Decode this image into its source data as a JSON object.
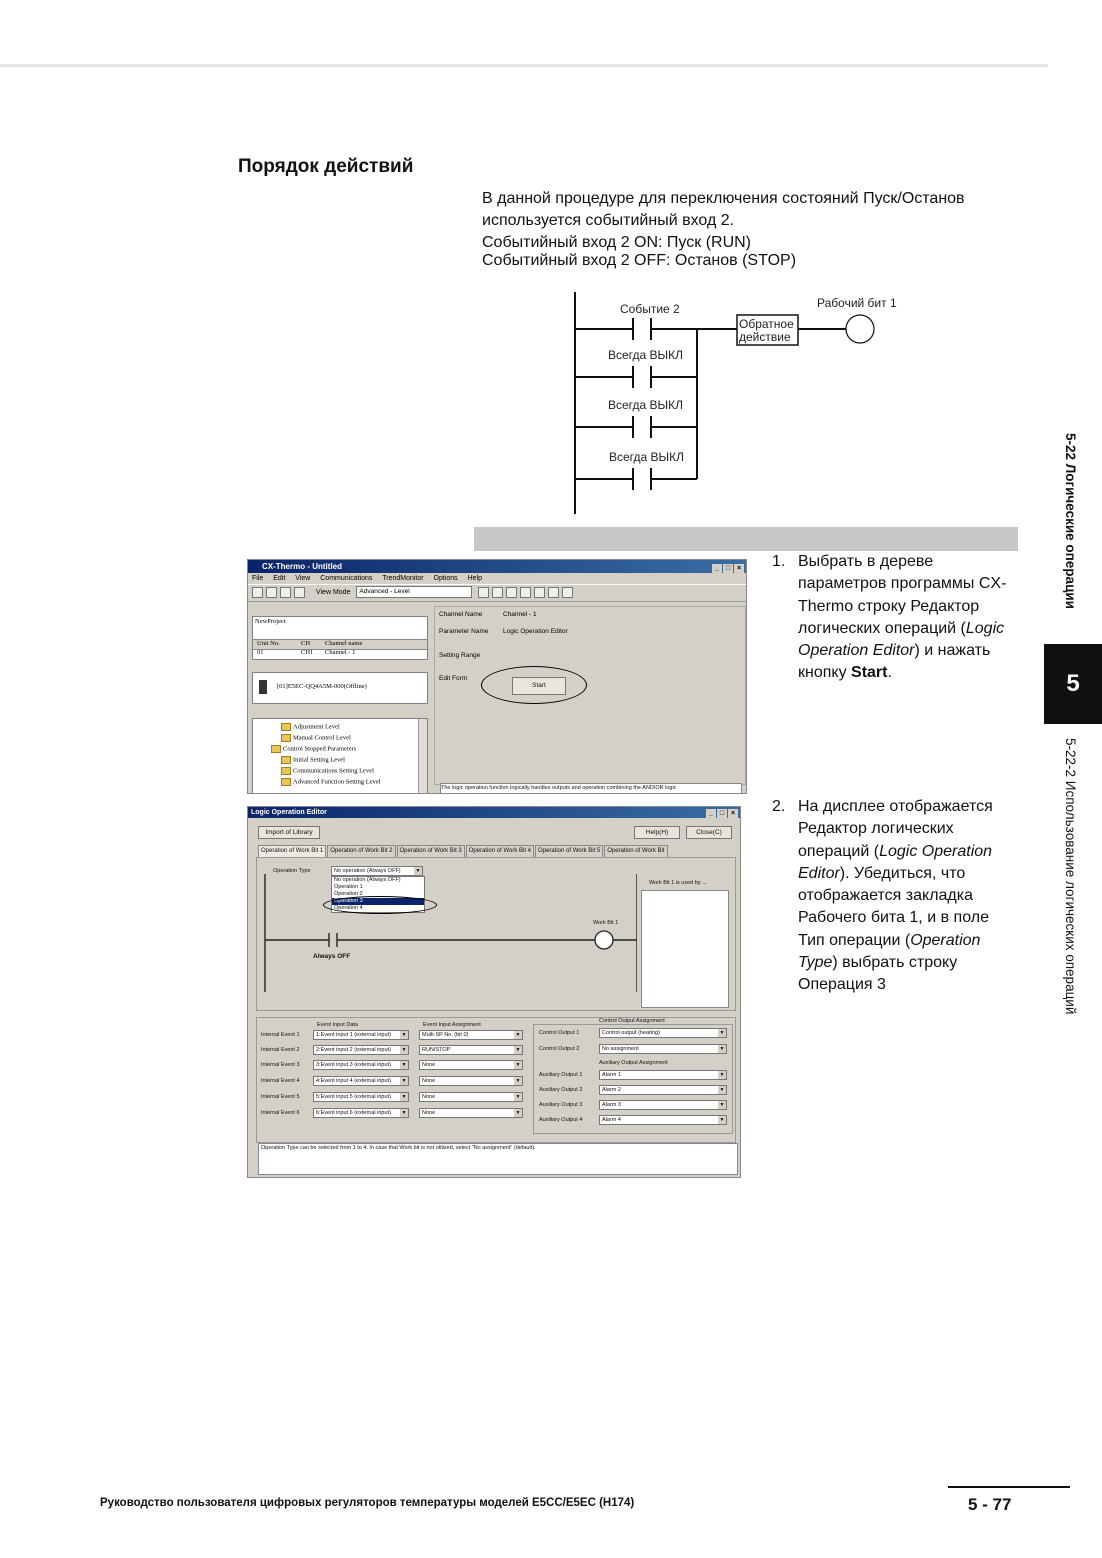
{
  "section_title": "Порядок действий",
  "intro": {
    "line1": "В данной процедуре для переключения состояний Пуск/Останов",
    "line2": "используется событийный вход 2.",
    "line3": "Событийный вход 2 ON: Пуск (RUN)",
    "line4": "Событийный вход 2 OFF: Останов (STOP)"
  },
  "ladder": {
    "event_label": "Событие 2",
    "always_off_1": "Всегда ВЫКЛ",
    "always_off_2": "Всегда ВЫКЛ",
    "always_off_3": "Всегда ВЫКЛ",
    "block_line1": "Обратное",
    "block_line2": "действие",
    "work_bit": "Рабочий бит 1"
  },
  "steps": [
    {
      "number": "1.",
      "text_a": "Выбрать в дереве параметров программы CX-Thermo строку Редактор логических операций (",
      "italic": "Logic Operation Editor",
      "text_b": ") и нажать кнопку ",
      "bold": "Start",
      "text_c": "."
    },
    {
      "number": "2.",
      "text_a": "На дисплее отображается Редактор логических операций (",
      "italic1": "Logic Operation Editor",
      "text_b": "). Убедиться, что отображается закладка Рабочего бита 1, и в поле Тип операции (",
      "italic2": "Operation Type",
      "text_c": ") выбрать строку Операция 3"
    }
  ],
  "side": {
    "top": "5-22  Логические операции",
    "tab": "5",
    "bottom": "5-22-2  Использование логических операций"
  },
  "footer": {
    "text": "Руководство пользователя цифровых регуляторов температуры моделей E5CC/E5EC (H174)",
    "page": "5 - 77"
  },
  "shot1": {
    "title": "CX-Thermo - Untitled",
    "menu": [
      "File",
      "Edit",
      "View",
      "Communications",
      "TrendMonitor",
      "Options",
      "Help"
    ],
    "view_mode_label": "View Mode",
    "view_mode_value": "Advanced - Level",
    "project": "NewProject",
    "col_unit": "Unit No.",
    "col_ch": "CH",
    "col_name": "Channel name",
    "row_unit": "01",
    "row_ch": "CH1",
    "row_name": "Channel - 1",
    "device": "[01]E5EC-QQ4A5M-000(Offline)",
    "tree": [
      "Adjustment Level",
      "Manual Control Level",
      "Control Stopped Parameters",
      "Initial Setting Level",
      "Communications Setting Level",
      "Advanced Function Setting Level"
    ],
    "lbl_channel_name": "Channel Name",
    "val_channel_name": "Channel - 1",
    "lbl_param_name": "Parameter Name",
    "val_param_name": "Logic Operation Editor",
    "lbl_setting_range": "Setting Range",
    "lbl_edit_form": "Edit Form",
    "start": "Start",
    "status": "The logic operation function logically handles outputs and operation combining the AND/OR logic"
  },
  "shot2": {
    "title": "Logic Operation Editor",
    "import_btn": "Import of Library",
    "help_btn": "Help(H)",
    "close_btn": "Close(C)",
    "tabs": [
      "Operation of Work Bit 1",
      "Operation of Work Bit 2",
      "Operation of Work Bit 3",
      "Operation of Work Bit 4",
      "Operation of Work Bit 5",
      "Operation of Work Bit"
    ],
    "op_type_label": "Operation Type",
    "op_type_value": "No operation (Always OFF)",
    "dropdown": [
      "No operation (Always OFF)",
      "Operation 1",
      "Operation 2",
      "Operation 3",
      "Operation 4"
    ],
    "used_by": "Work Bit 1 is used by ...",
    "work_bit": "Work Bit 1",
    "always_off": "Always OFF",
    "hdr_event_data": "Event Input Data",
    "hdr_event_assign": "Event Input Assignment",
    "hdr_ctrl_assign": "Control Output Assignment",
    "hdr_aux_assign": "Auxiliary Output Assignment",
    "events": [
      {
        "label": "Internal Event 1",
        "data": "1:Event input 1 (external input)",
        "assign": "Multi-SP No. (bit 0)"
      },
      {
        "label": "Internal Event 2",
        "data": "2:Event input 2 (external input)",
        "assign": "RUN/STOP"
      },
      {
        "label": "Internal Event 3",
        "data": "3:Event input 3 (external input)",
        "assign": "None"
      },
      {
        "label": "Internal Event 4",
        "data": "4:Event input 4 (external input)",
        "assign": "None"
      },
      {
        "label": "Internal Event 5",
        "data": "5:Event input 5 (external input)",
        "assign": "None"
      },
      {
        "label": "Internal Event 6",
        "data": "6:Event input 6 (external input)",
        "assign": "None"
      }
    ],
    "control_outputs": [
      {
        "label": "Control Output 1",
        "value": "Control output (heating)"
      },
      {
        "label": "Control Output 2",
        "value": "No assignment"
      }
    ],
    "aux_outputs": [
      {
        "label": "Auxiliary Output 1",
        "value": "Alarm 1"
      },
      {
        "label": "Auxiliary Output 2",
        "value": "Alarm 2"
      },
      {
        "label": "Auxiliary Output 3",
        "value": "Alarm 3"
      },
      {
        "label": "Auxiliary Output 4",
        "value": "Alarm 4"
      }
    ],
    "status": "Operation Type can be selected from 1 to 4. In case that Work bit is not utilized, select \"No assignment\" (default)."
  }
}
